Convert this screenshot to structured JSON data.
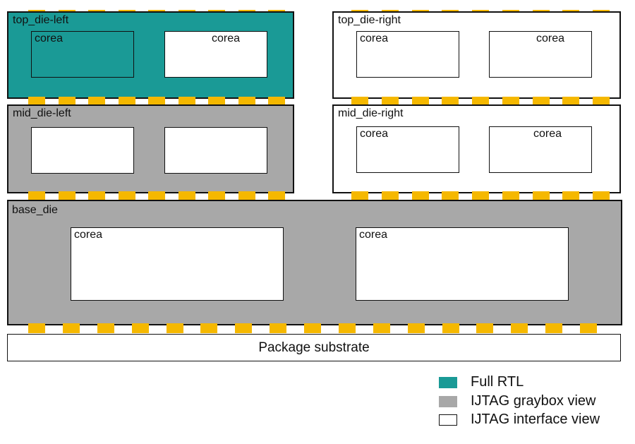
{
  "colors": {
    "full_rtl": "#1A9A96",
    "graybox": "#A8A8A8",
    "interface": "#FFFFFF",
    "bump": "#F5B800"
  },
  "dies": {
    "top_left": {
      "label": "top_die-left",
      "core1": "corea",
      "core2": "corea"
    },
    "top_right": {
      "label": "top_die-right",
      "core1": "corea",
      "core2": "corea"
    },
    "mid_left": {
      "label": "mid_die-left"
    },
    "mid_right": {
      "label": "mid_die-right",
      "core1": "corea",
      "core2": "corea"
    },
    "base": {
      "label": "base_die",
      "core1": "corea",
      "core2": "corea"
    }
  },
  "substrate": {
    "label": "Package substrate"
  },
  "legend": {
    "full_rtl": "Full RTL",
    "graybox": "IJTAG graybox view",
    "interface": "IJTAG interface view"
  }
}
